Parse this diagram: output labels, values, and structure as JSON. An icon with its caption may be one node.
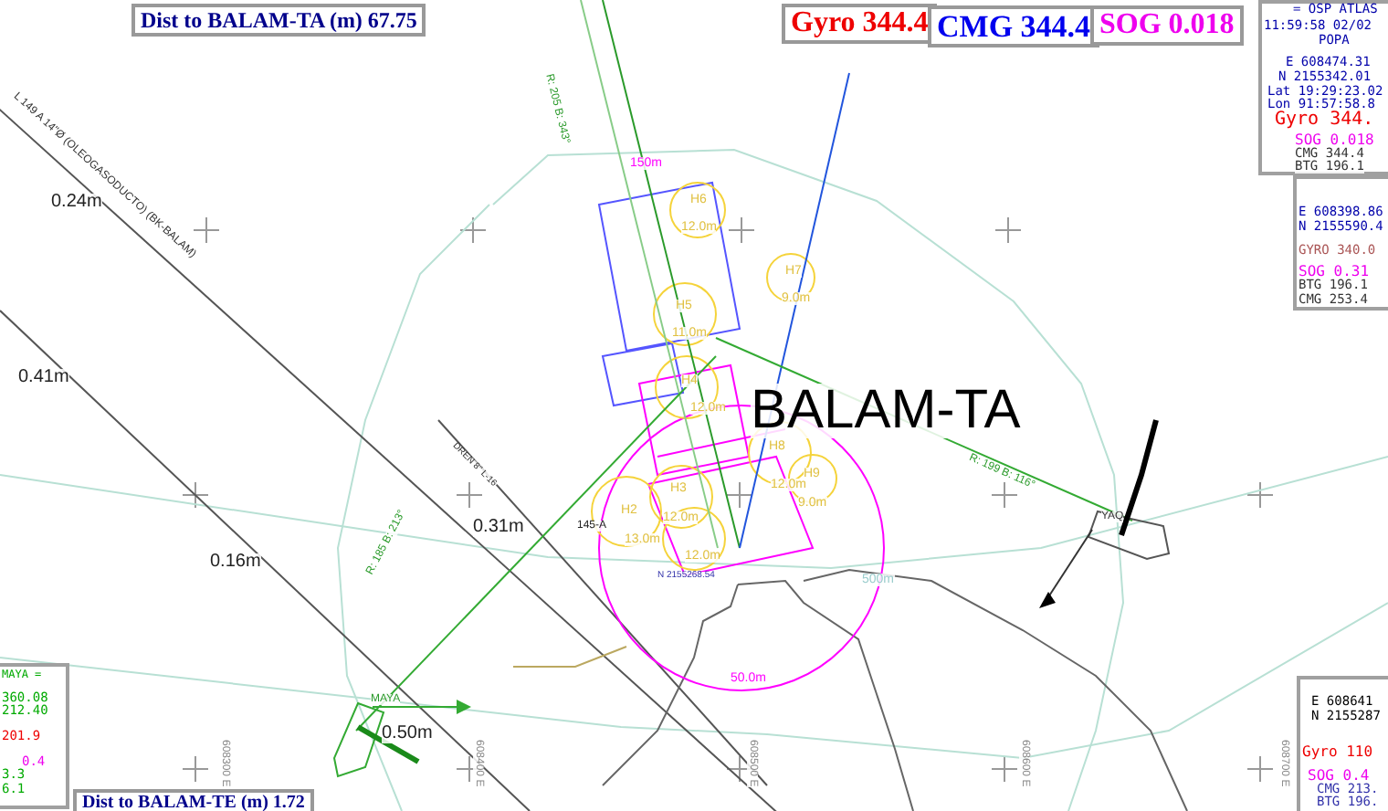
{
  "diagram": {
    "labels": [
      "Dist to BALAM-TA (m) 67.75",
      "Gyro 344.4",
      "CMG 344.4",
      "SOG 0.018",
      "= OSP ATLAS",
      "11:59:58 02/02",
      "POPA",
      "E 608474.31",
      "N 2155342.01",
      "Lat 19:29:23.02",
      "Lon 91:57:58.8",
      "Gyro 344.",
      "SOG 0.018",
      "CMG 344.4",
      "BTG 196.1",
      "E 608398.86",
      "N 2155590.4",
      "GYRO 340.0",
      "SOG 0.31",
      "BTG 196.1",
      "CMG 253.4",
      "L 149 A 14\"Ø (OLEOGASODUCTO) (BK-BALAM)",
      "0.24m",
      "0.41m",
      "0.16m",
      "0.31m",
      "R: 205 B: 343°",
      "150m",
      "BALAM-TA",
      "R: 199 B: 116°",
      "DREN 8\" L-16",
      "H6",
      "12.0m",
      "H7",
      "9.0m",
      "H5",
      "11.0m",
      "H4",
      "12.0m",
      "H8",
      "H9",
      "12.0m",
      "9.0m",
      "H3",
      "12.0m",
      "H2",
      "13.0m",
      "12.0m",
      "145-A",
      "N 2155268.54",
      "50.0m",
      "500m",
      "R: 185 B: 213°",
      "MAYA",
      "0.50m",
      "YAQ",
      "608300 E",
      "608400 E",
      "608500 E",
      "608600 E",
      "608700 E",
      "MAYA =",
      "360.08",
      "212.40",
      "201.9",
      "0.4",
      "3.3",
      "6.1",
      "Dist to BALAM-TE (m) 1.72",
      "E 608641",
      "N 2155287",
      "Gyro 110",
      "SOG 0.4",
      "CMG 213.",
      "BTG 196."
    ]
  }
}
